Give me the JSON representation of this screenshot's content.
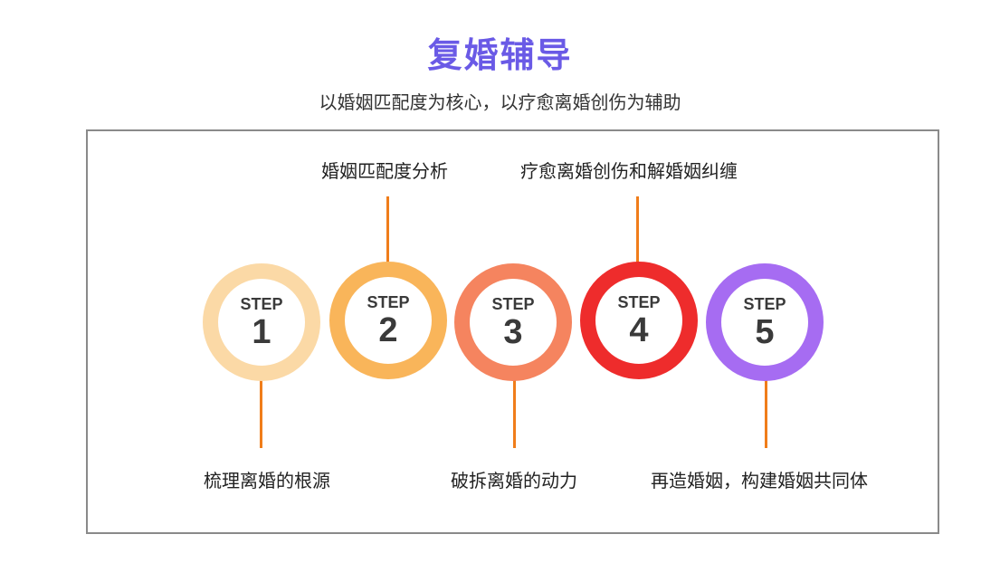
{
  "header": {
    "title": "复婚辅导",
    "subtitle": "以婚姻匹配度为核心，以疗愈离婚创伤为辅助"
  },
  "colors": {
    "title": "#6a5ae6",
    "connector": "#f07d1a",
    "step1": "#fbd9a6",
    "step2": "#f9b55a",
    "step3": "#f5845f",
    "step4": "#ee2c2c",
    "step5": "#a66cf2"
  },
  "steps": [
    {
      "word": "STEP",
      "number": "1",
      "label": "梳理离婚的根源",
      "label_position": "below"
    },
    {
      "word": "STEP",
      "number": "2",
      "label": "婚姻匹配度分析",
      "label_position": "above"
    },
    {
      "word": "STEP",
      "number": "3",
      "label": "破拆离婚的动力",
      "label_position": "below"
    },
    {
      "word": "STEP",
      "number": "4",
      "label": "疗愈离婚创伤和解婚姻纠缠",
      "label_position": "above"
    },
    {
      "word": "STEP",
      "number": "5",
      "label": "再造婚姻，构建婚姻共同体",
      "label_position": "below"
    }
  ]
}
